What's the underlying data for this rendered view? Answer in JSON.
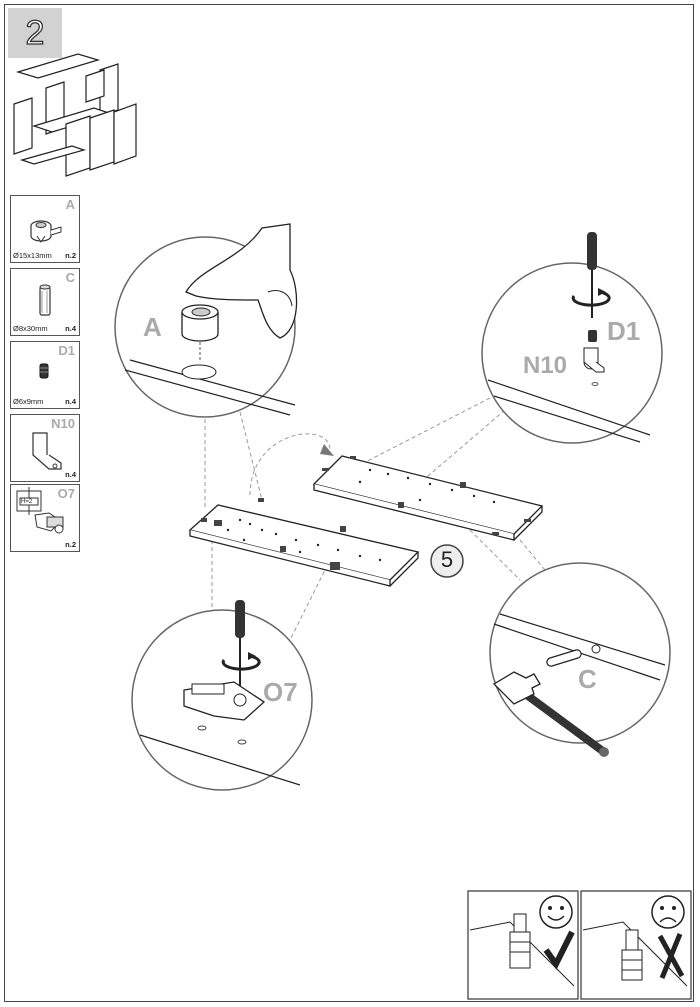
{
  "step": {
    "number": "2"
  },
  "parts": [
    {
      "code": "A",
      "size": "Ø15x13mm",
      "qty": "n.2"
    },
    {
      "code": "C",
      "size": "Ø8x30mm",
      "qty": "n.4"
    },
    {
      "code": "D1",
      "size": "Ø6x9mm",
      "qty": "n.4"
    },
    {
      "code": "N10",
      "size": "",
      "qty": "n.4"
    },
    {
      "code": "O7",
      "size": "",
      "qty": "n.2"
    }
  ],
  "detail_labels": {
    "a": "A",
    "d1": "D1",
    "n10": "N10",
    "o7": "O7",
    "c": "C"
  },
  "callout": {
    "quantity": "5"
  },
  "hinge_marking": "H=2"
}
